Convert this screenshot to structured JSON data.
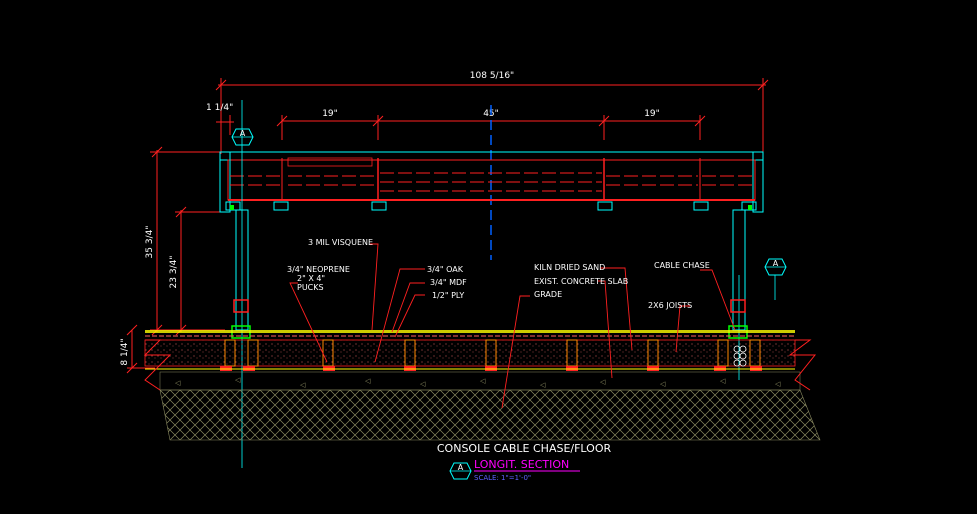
{
  "dimensions": {
    "overall": "108 5/16\"",
    "edge": "1 1/4\"",
    "left_bay": "19\"",
    "center_bay": "45\"",
    "right_bay": "19\"",
    "total_height": "35 3/4\"",
    "upper_height": "23 3/4\"",
    "floor_height": "8 1/4\""
  },
  "annotations": {
    "visquene": "3 MIL VISQUENE",
    "neoprene_1": "3/4\" NEOPRENE",
    "neoprene_2": "2\" X 4\"",
    "neoprene_3": "PUCKS",
    "oak": "3/4\" OAK",
    "mdf": "3/4\" MDF",
    "ply": "1/2\" PLY",
    "sand": "KILN DRIED SAND",
    "slab": "EXIST. CONCRETE SLAB",
    "grade": "GRADE",
    "cable_chase": "CABLE CHASE",
    "joists": "2X6 JOISTS"
  },
  "section_markers": {
    "left": "A",
    "right": "A",
    "title_marker": "A"
  },
  "title": {
    "main": "CONSOLE CABLE CHASE/FLOOR",
    "sub": "LONGIT. SECTION",
    "scale": "SCALE: 1\"=1'-0\""
  },
  "colors": {
    "background": "#000000",
    "dimension": "#ff2020",
    "text": "#ffffff",
    "structure_cyan": "#00ffff",
    "green": "#00ff00",
    "yellow": "#ffff00",
    "magenta": "#ff00ff",
    "blue": "#0060ff",
    "hatch": "#8a8a60"
  }
}
